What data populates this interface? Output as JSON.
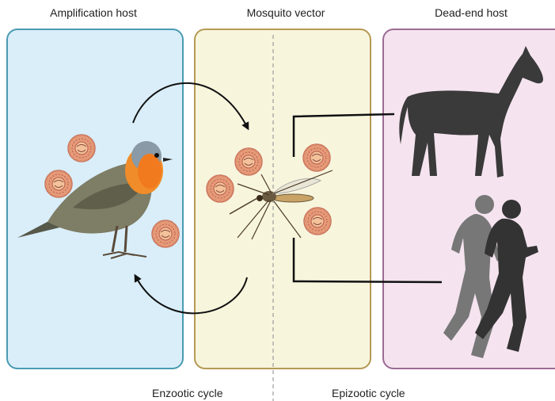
{
  "headings": {
    "amplification_host": "Amplification host",
    "mosquito_vector": "Mosquito vector",
    "dead_end_host": "Dead-end host"
  },
  "cycles": {
    "enzootic": "Enzootic cycle",
    "epizootic": "Epizootic cycle"
  },
  "colors": {
    "amplification_fill": "#d9eef9",
    "amplification_border": "#4a9bb3",
    "mosquito_fill": "#f8f5dd",
    "mosquito_border": "#b59a55",
    "dead_end_fill": "#f5e4ef",
    "dead_end_border": "#9c6b95",
    "arrow": "#111111",
    "virus": "#e69a78",
    "silhouette_dark": "#3a3a3a",
    "silhouette_grey": "#777777"
  },
  "icons": [
    "robin-bird-icon",
    "virus-particle-icon",
    "mosquito-icon",
    "horse-silhouette-icon",
    "running-humans-icon"
  ]
}
